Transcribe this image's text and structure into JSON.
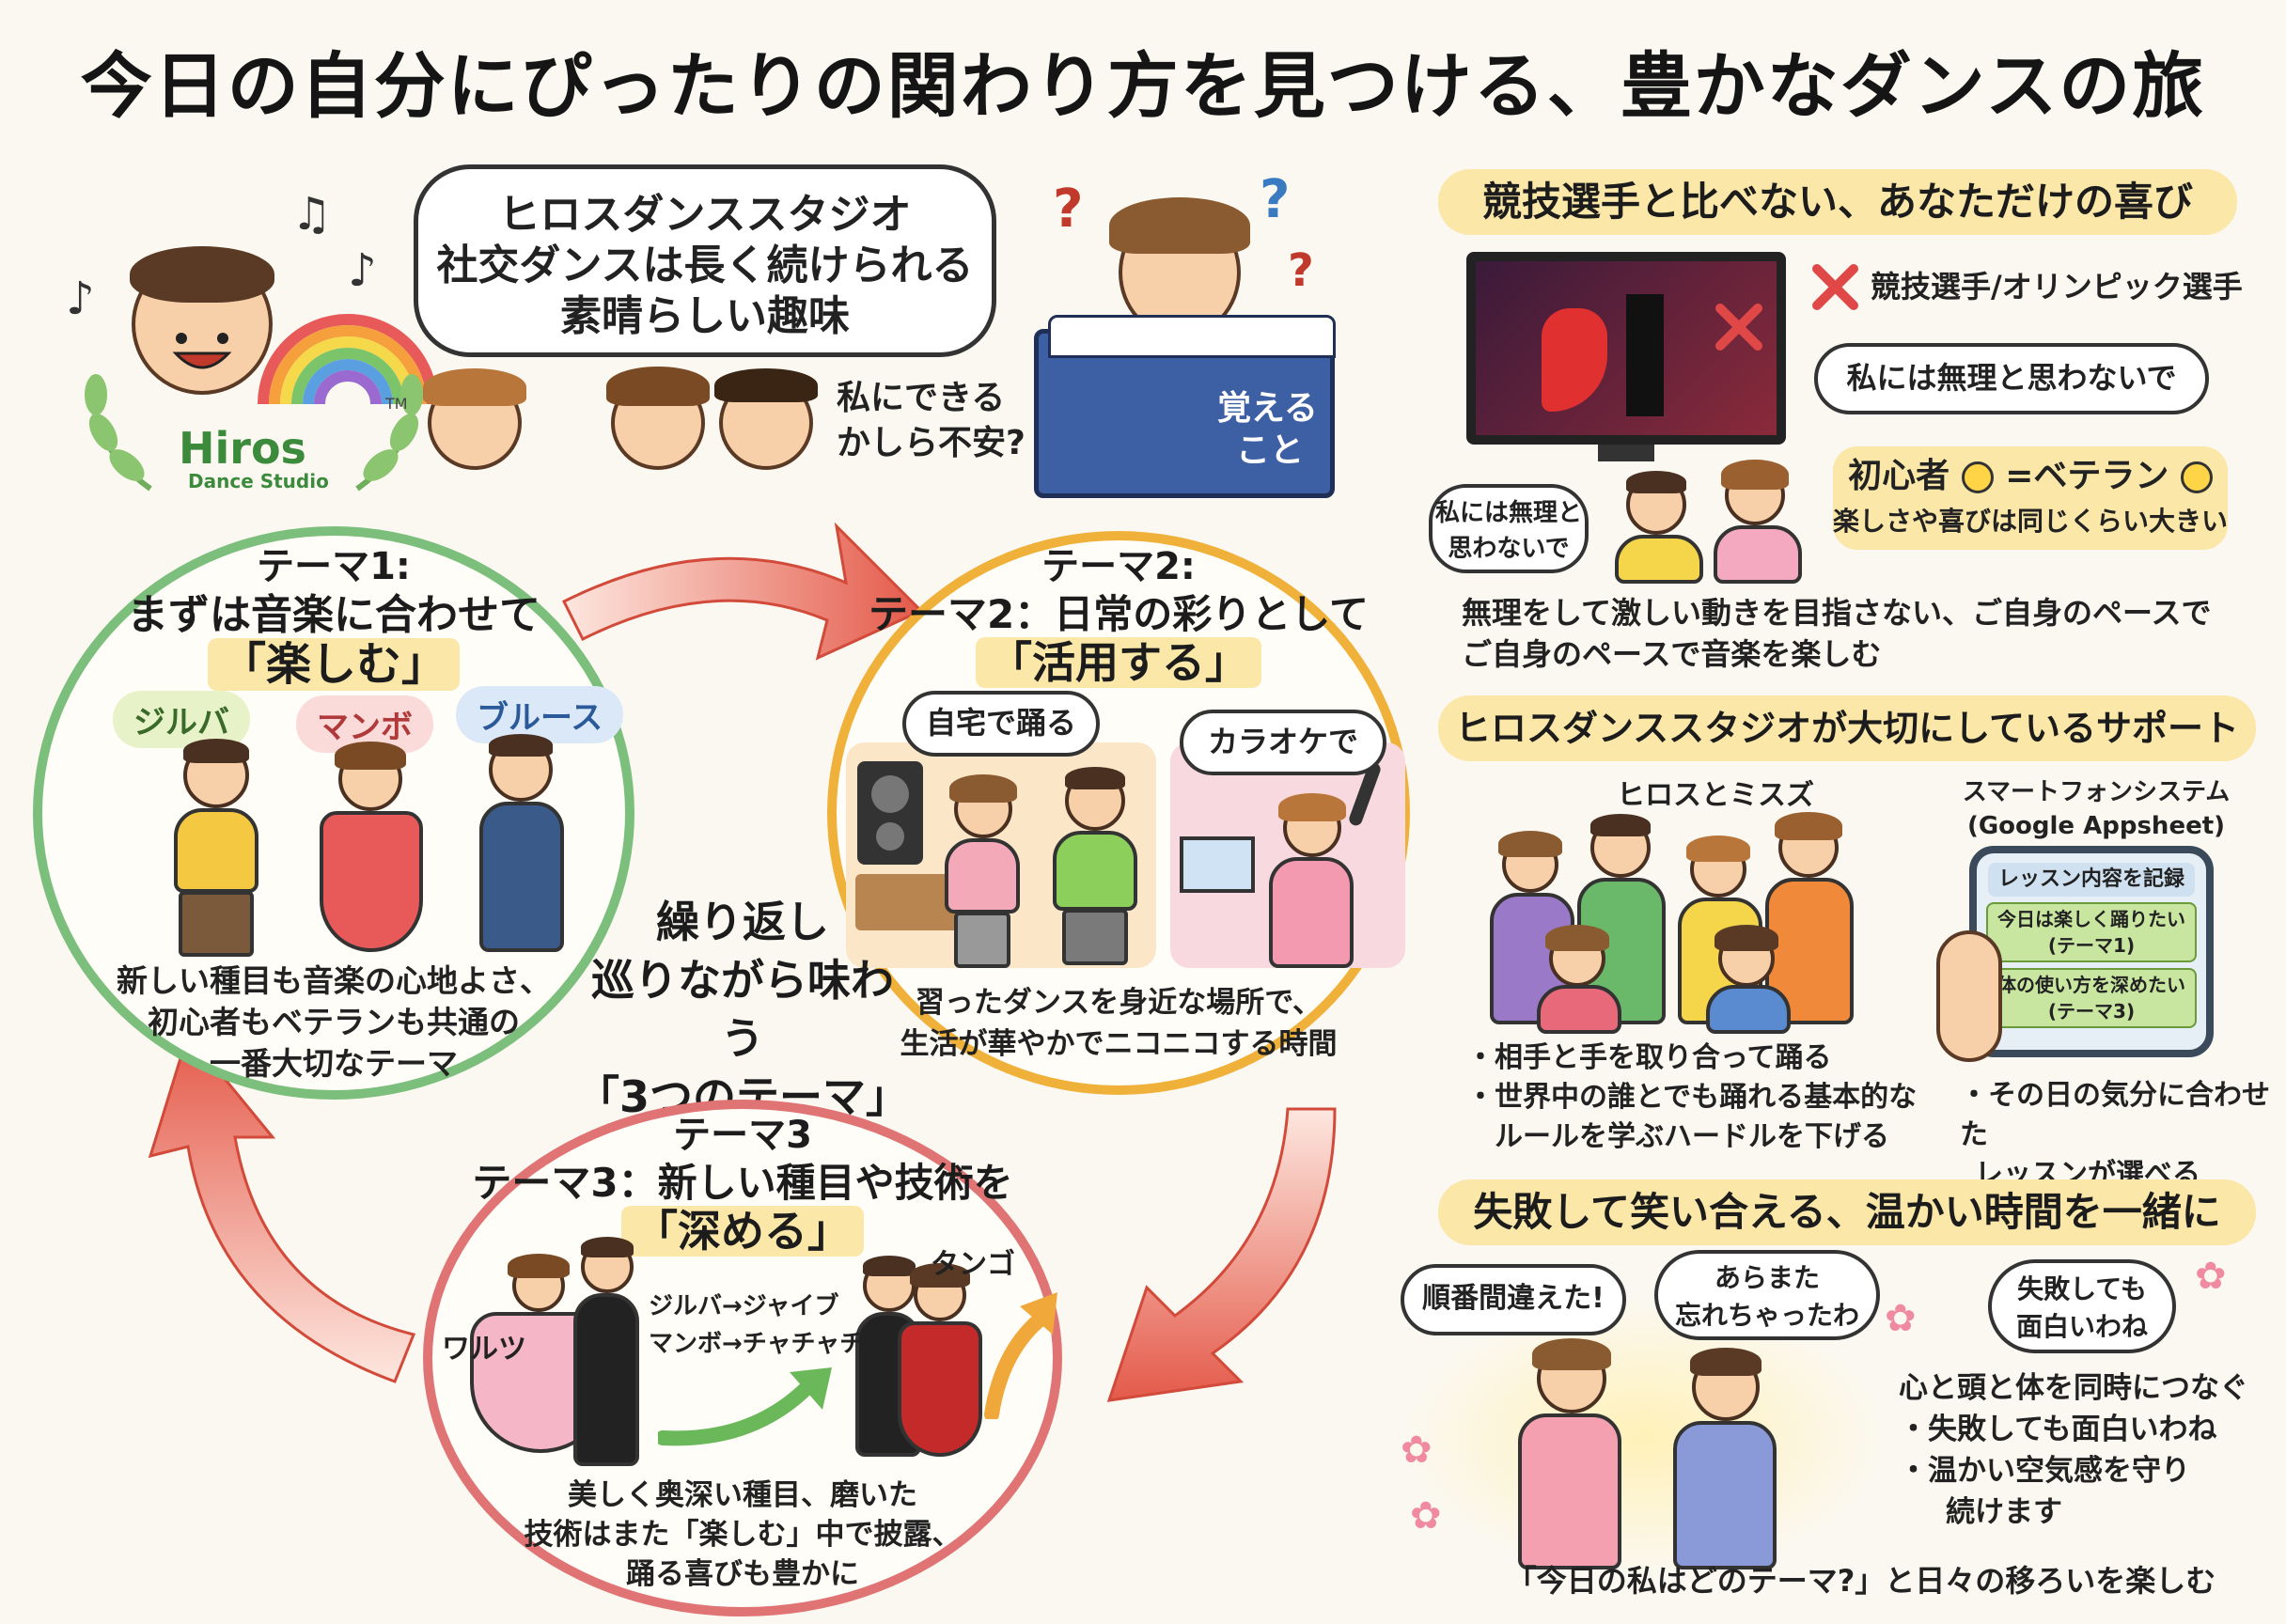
{
  "title": "今日の自分にぴったりの関わり方を見つける、豊かなダンスの旅",
  "logo": {
    "name": "Hiros",
    "sub": "Dance Studio",
    "tm": "TM"
  },
  "intro_bubble": {
    "line1": "ヒロスダンススタジオ",
    "line2": "社交ダンスは長く続けられる",
    "line3": "素晴らしい趣味"
  },
  "worried": {
    "line1": "私にできる",
    "line2": "かしら不安?",
    "book_line1": "覚える",
    "book_line2": "こと"
  },
  "theme1": {
    "num": "テーマ1:",
    "head": "まずは音楽に合わせて",
    "key": "「楽しむ」",
    "tags": [
      "ジルバ",
      "マンボ",
      "ブルース"
    ],
    "desc1": "新しい種目も音楽の心地よさ、",
    "desc2": "初心者もベテランも共通の",
    "desc3": "一番大切なテーマ"
  },
  "theme2": {
    "num": "テーマ2:",
    "head": "テーマ2：日常の彩りとして",
    "key": "「活用する」",
    "bubble_home": "自宅で踊る",
    "bubble_karaoke": "カラオケで",
    "desc1": "習ったダンスを身近な場所で、",
    "desc2": "生活が華やかでニコニコする時間"
  },
  "theme3": {
    "num": "テーマ3",
    "head": "テーマ3：新しい種目や技術を",
    "key": "「深める」",
    "waltz": "ワルツ",
    "tango": "タンゴ",
    "step1": "ジルバ→ジャイブ",
    "step2": "マンボ→チャチャチャ",
    "desc1": "美しく奥深い種目、磨いた",
    "desc2": "技術はまた「楽しむ」中で披露、",
    "desc3": "踊る喜びも豊かに"
  },
  "center": {
    "line1": "繰り返し",
    "line2": "巡りながら味わう",
    "line3": "「3つのテーマ」"
  },
  "section1": {
    "head": "競技選手と比べない、あなただけの喜び",
    "x_label": "競技選手/オリンピック選手",
    "bubble_right": "私には無理と思わないで",
    "bubble_left_1": "私には無理と",
    "bubble_left_2": "思わないで",
    "equal_left": "初心者",
    "equal_mid": "=ベテラン",
    "equal_sub": "楽しさや喜びは同じくらい大きい",
    "body1": "無理をして激しい動きを目指さない、ご自身のペースで",
    "body2": "ご自身のペースで音楽を楽しむ"
  },
  "section2": {
    "head": "ヒロスダンススタジオが大切にしているサポート",
    "group_label": "ヒロスとミスズ",
    "phone_title1": "スマートフォンシステム",
    "phone_title2": "(Google Appsheet)",
    "phone_header": "レッスン内容を記録",
    "phone_card1a": "今日は楽しく踊りたい",
    "phone_card1b": "(テーマ1)",
    "phone_card2a": "体の使い方を深めたい",
    "phone_card2b": "(テーマ3)",
    "bullet1": "・相手と手を取り合って踊る",
    "bullet2a": "・世界中の誰とでも踊れる基本的な",
    "bullet2b": "ルールを学ぶハードルを下げる",
    "bullet3a": "・その日の気分に合わせた",
    "bullet3b": "レッスンが選べる"
  },
  "section3": {
    "head": "失敗して笑い合える、温かい時間を一緒に",
    "b1": "順番間違えた!",
    "b2a": "あらまた",
    "b2b": "忘れちゃったわ",
    "b3a": "失敗しても",
    "b3b": "面白いわね",
    "l1": "心と頭と体を同時につなぐ",
    "l2": "・失敗しても面白いわね",
    "l3": "・温かい空気感を守り",
    "l4": "続けます",
    "footer": "「今日の私はどのテーマ?」と日々の移ろいを楽しむ"
  },
  "colors": {
    "green": "#7cbf7c",
    "orange": "#f0b13a",
    "red": "#e07474",
    "highlight": "#fbe7a8",
    "cross": "#e04848"
  }
}
